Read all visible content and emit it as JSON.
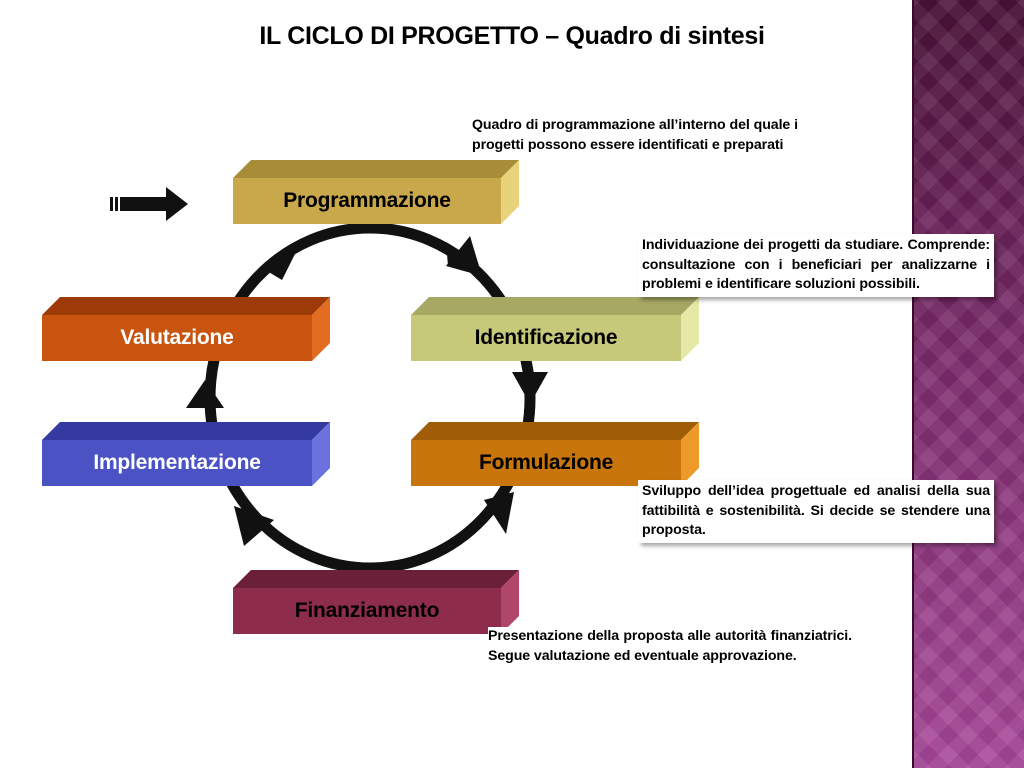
{
  "title": {
    "main": "IL CICLO DI PROGETTO – ",
    "sub": "Quadro di sintesi"
  },
  "phases": {
    "programmazione": "Programmazione",
    "identificazione": "Identificazione",
    "formulazione": "Formulazione",
    "finanziamento": "Finanziamento",
    "implementazione": "Implementazione",
    "valutazione": "Valutazione"
  },
  "notes": {
    "programmazione": "Quadro di programmazione all’interno del quale i progetti possono essere identificati e preparati",
    "identificazione": "Individuazione dei progetti da studiare. Comprende: consultazione con i beneficiari per analizzarne i problemi e identificare soluzioni possibili.",
    "formulazione": "Sviluppo dell’idea progettuale ed analisi della sua fattibilità e sostenibilità. Si decide se stendere una proposta.",
    "finanziamento": "Presentazione della proposta alle autorità finanziatrici. Segue valutazione ed eventuale approvazione."
  },
  "colors": {
    "programmazione": "#c8a84a",
    "identificazione": "#c7c97a",
    "formulazione": "#c8760c",
    "finanziamento": "#8e2c4c",
    "implementazione": "#4a52c4",
    "valutazione": "#c85410",
    "cycle_arrow": "#111111",
    "sidebar": "#7a2a6a"
  }
}
